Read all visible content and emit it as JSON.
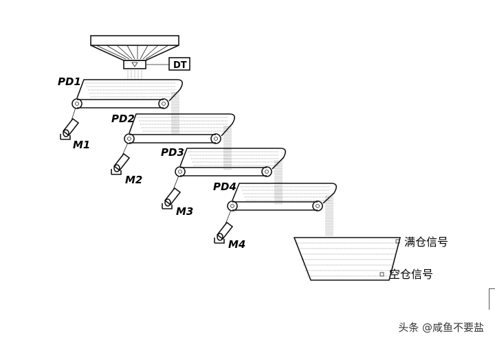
{
  "hopper": {
    "label": "DT"
  },
  "belts": [
    {
      "label": "PD1",
      "motor": "M1"
    },
    {
      "label": "PD2",
      "motor": "M2"
    },
    {
      "label": "PD3",
      "motor": "M3"
    },
    {
      "label": "PD4",
      "motor": "M4"
    }
  ],
  "bin": {
    "full_signal": "满仓信号",
    "empty_signal": "空仓信号"
  },
  "watermark": "头条 @咸鱼不要盐"
}
